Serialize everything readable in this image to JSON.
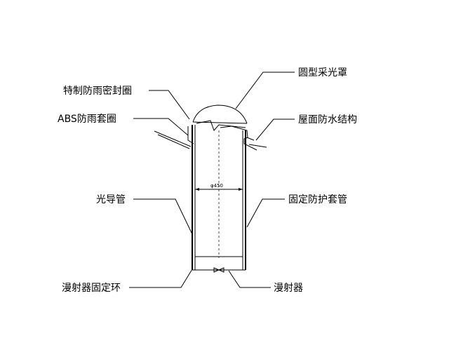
{
  "labels": {
    "dome": "圆型采光罩",
    "seal_ring": "特制防雨密封圈",
    "abs_ring": "ABS防雨套圈",
    "roof": "屋面防水结构",
    "light_pipe": "光导管",
    "sleeve": "固定防护套管",
    "diffuser_ring": "漫射器固定环",
    "diffuser": "漫射器"
  },
  "dimension": "φ450"
}
